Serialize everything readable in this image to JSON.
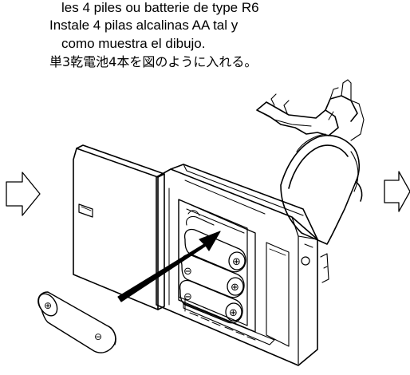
{
  "instructions": {
    "line_french": "les 4 piles ou batterie de type R6",
    "line_spanish_1": "Instale 4 pilas  alcalinas AA tal y",
    "line_spanish_2": "como muestra el dibujo.",
    "line_japanese": "単3乾電池4本を図のように入れる。"
  },
  "battery_polarity": {
    "plus": "⊕",
    "minus": "⊖"
  }
}
